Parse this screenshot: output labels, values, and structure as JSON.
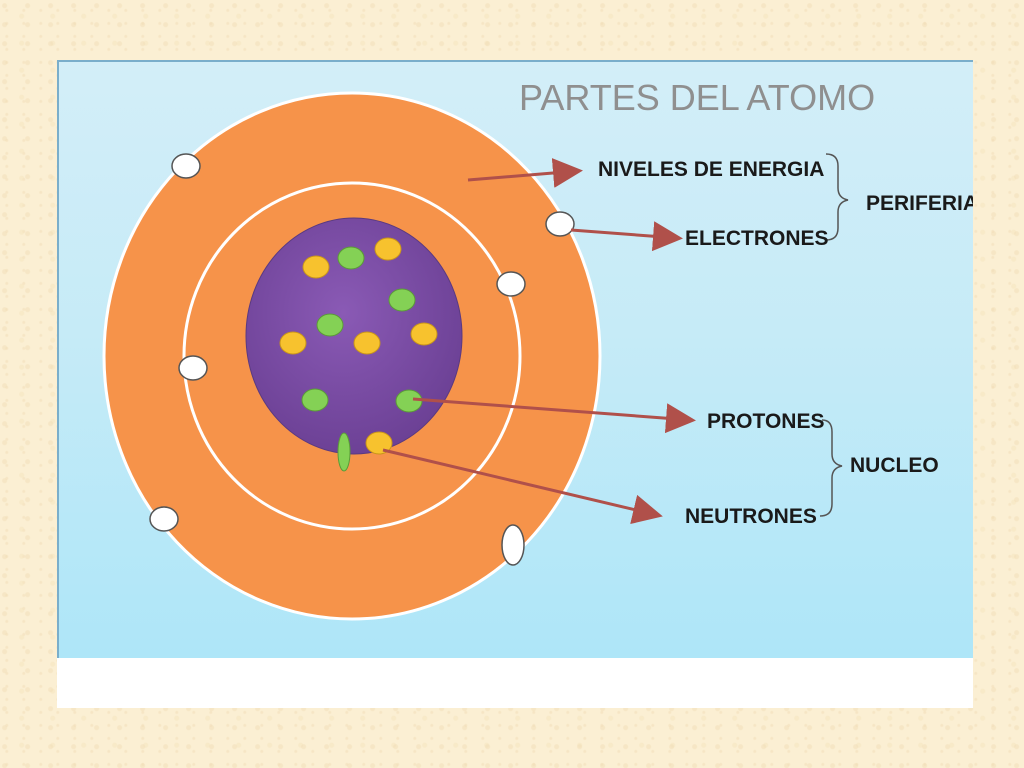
{
  "title": "PARTES DEL ATOMO",
  "labels": {
    "energy_levels": "NIVELES DE ENERGIA",
    "electrons": "ELECTRONES",
    "periphery": "PERIFERIA",
    "protons": "PROTONES",
    "neutrons": "NEUTRONES",
    "nucleus": "NUCLEO"
  },
  "colors": {
    "background": "#fbefd3",
    "panel": "#c6ebf7",
    "orbit": "#f6934a",
    "nucleus": "#7b4fa3",
    "proton": "#84d155",
    "neutron": "#f7c22e",
    "electron": "#ffffff",
    "arrow": "#b0504a",
    "text": "#1a1a1a",
    "title": "#8f8f8f"
  }
}
